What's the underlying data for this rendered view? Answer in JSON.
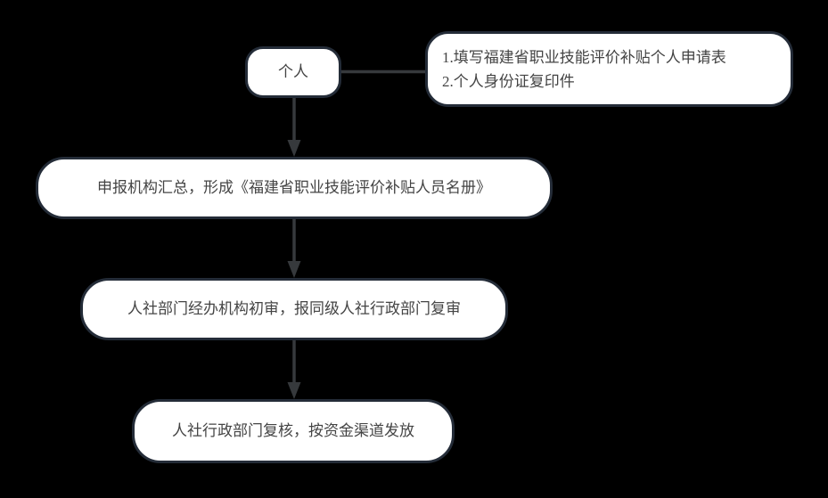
{
  "colors": {
    "canvas_bg": "#000000",
    "node_fill": "#ffffff",
    "node_border": "#242c38",
    "line_color": "#36393c",
    "text_color": "#444444"
  },
  "nodes": {
    "person": {
      "label": "个人"
    },
    "materials": {
      "line1": "1.填写福建省职业技能评价补贴个人申请表",
      "line2": "2.个人身份证复印件"
    },
    "aggregate": {
      "label": "申报机构汇总，形成《福建省职业技能评价补贴人员名册》"
    },
    "review": {
      "label": "人社部门经办机构初审，报同级人社行政部门复审"
    },
    "issue": {
      "label": "人社行政部门复核，按资金渠道发放"
    }
  }
}
